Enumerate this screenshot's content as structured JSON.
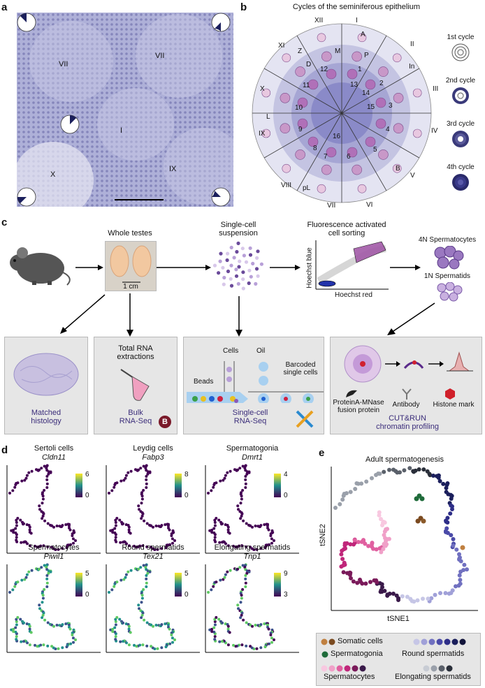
{
  "panel_labels": {
    "a": "a",
    "b": "b",
    "c": "c",
    "d": "d",
    "e": "e"
  },
  "panel_a": {
    "stage_labels": [
      "VII",
      "VII",
      "I",
      "X",
      "IX"
    ]
  },
  "panel_b": {
    "title": "Cycles of the seminiferous epithelium",
    "roman": [
      "I",
      "II",
      "III",
      "IV",
      "V",
      "VI",
      "VII",
      "VIII",
      "IX",
      "X",
      "XI",
      "XII"
    ],
    "numbers": [
      "1",
      "2",
      "3",
      "4",
      "5",
      "6",
      "7",
      "8",
      "9",
      "10",
      "11",
      "12",
      "13",
      "14",
      "15",
      "16"
    ],
    "cell_letters": [
      "A",
      "P",
      "In",
      "B",
      "pL",
      "L",
      "Z",
      "D",
      "M"
    ],
    "cycles": [
      "1st cycle",
      "2nd cycle",
      "3rd cycle",
      "4th cycle"
    ]
  },
  "panel_c": {
    "whole_testes": "Whole testes",
    "scale_1cm": "1 cm",
    "single_cell": "Single-cell\nsuspension",
    "facs": "Fluorescence activated\ncell sorting",
    "hoechst_blue": "Hoechst blue",
    "hoechst_red": "Hoechst red",
    "spermatocytes_4n": "4N Spermatocytes",
    "spermatids_1n": "1N Spermatids",
    "box1_caption": "Matched\nhistology",
    "box2_top": "Total RNA\nextractions",
    "box2_caption": "Bulk\nRNA-Seq",
    "box2_badge": "B",
    "box3_cells": "Cells",
    "box3_oil": "Oil",
    "box3_beads": "Beads",
    "box3_barcoded": "Barcoded\nsingle cells",
    "box3_caption": "Single-cell\nRNA-Seq",
    "box4_protein": "ProteinA-MNase\nfusion protein",
    "box4_antibody": "Antibody",
    "box4_histone": "Histone mark",
    "box4_caption": "CUT&RUN\nchromatin profiling"
  },
  "panel_d": {
    "plots": [
      {
        "title": "Sertoli cells",
        "gene": "Cldn11",
        "cmax": "6",
        "cmin": "0"
      },
      {
        "title": "Leydig cells",
        "gene": "Fabp3",
        "cmax": "8",
        "cmin": "0"
      },
      {
        "title": "Spermatogonia",
        "gene": "Dmrt1",
        "cmax": "4",
        "cmin": "0"
      },
      {
        "title": "Spermatocytes",
        "gene": "Piwil1",
        "cmax": "5",
        "cmin": "0"
      },
      {
        "title": "Round spermatids",
        "gene": "Tex21",
        "cmax": "5",
        "cmin": "0"
      },
      {
        "title": "Elongating spermatids",
        "gene": "Tnp1",
        "cmax": "9",
        "cmin": "3"
      }
    ]
  },
  "panel_e": {
    "title": "Adult spermatogenesis",
    "xlabel": "tSNE1",
    "ylabel": "tSNE2",
    "legend": {
      "somatic": "Somatic cells",
      "spermatogonia": "Spermatogonia",
      "spermatocytes": "Spermatocytes",
      "round": "Round spermatids",
      "elongating": "Elongating spermatids"
    }
  },
  "colors": {
    "histology_bg": "#aeb0d8",
    "cycle_outer": "#dcdcf0",
    "cycle_inner": "#8a8ac8",
    "box_bg": "#e6e6e6",
    "caption_purple": "#3b2d7a",
    "somatic": "#8b5a2b",
    "spermatogonia": "#1f6b3a",
    "spermatocytes_dark": "#3a1a4a",
    "spermatocytes_mid": "#c0267a",
    "round_dark": "#1b1f5c",
    "round_light": "#c6c6e6",
    "elongating_dark": "#2a2f3a",
    "elongating_light": "#9aa0aa"
  }
}
